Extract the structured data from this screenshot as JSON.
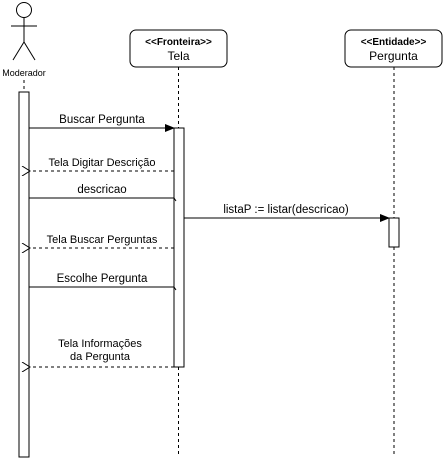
{
  "actor": {
    "name": "Moderador"
  },
  "participants": [
    {
      "stereotype": "<<Fronteira>>",
      "name": "Tela"
    },
    {
      "stereotype": "<<Entidade>>",
      "name": "Pergunta"
    }
  ],
  "messages": [
    {
      "text": "Buscar Pergunta",
      "kind": "sync"
    },
    {
      "text": "Tela Digitar Descrição",
      "kind": "return"
    },
    {
      "text": "descricao",
      "kind": "sync"
    },
    {
      "text": "listaP := listar(descricao)",
      "kind": "sync"
    },
    {
      "text": "Tela Buscar Perguntas",
      "kind": "return"
    },
    {
      "text": "Escolhe Pergunta",
      "kind": "sync"
    },
    {
      "text": "Tela Informações",
      "kind": "return"
    },
    {
      "text": "da Pergunta",
      "kind": "return"
    }
  ],
  "colors": {
    "line": "#000000",
    "background": "#ffffff"
  }
}
